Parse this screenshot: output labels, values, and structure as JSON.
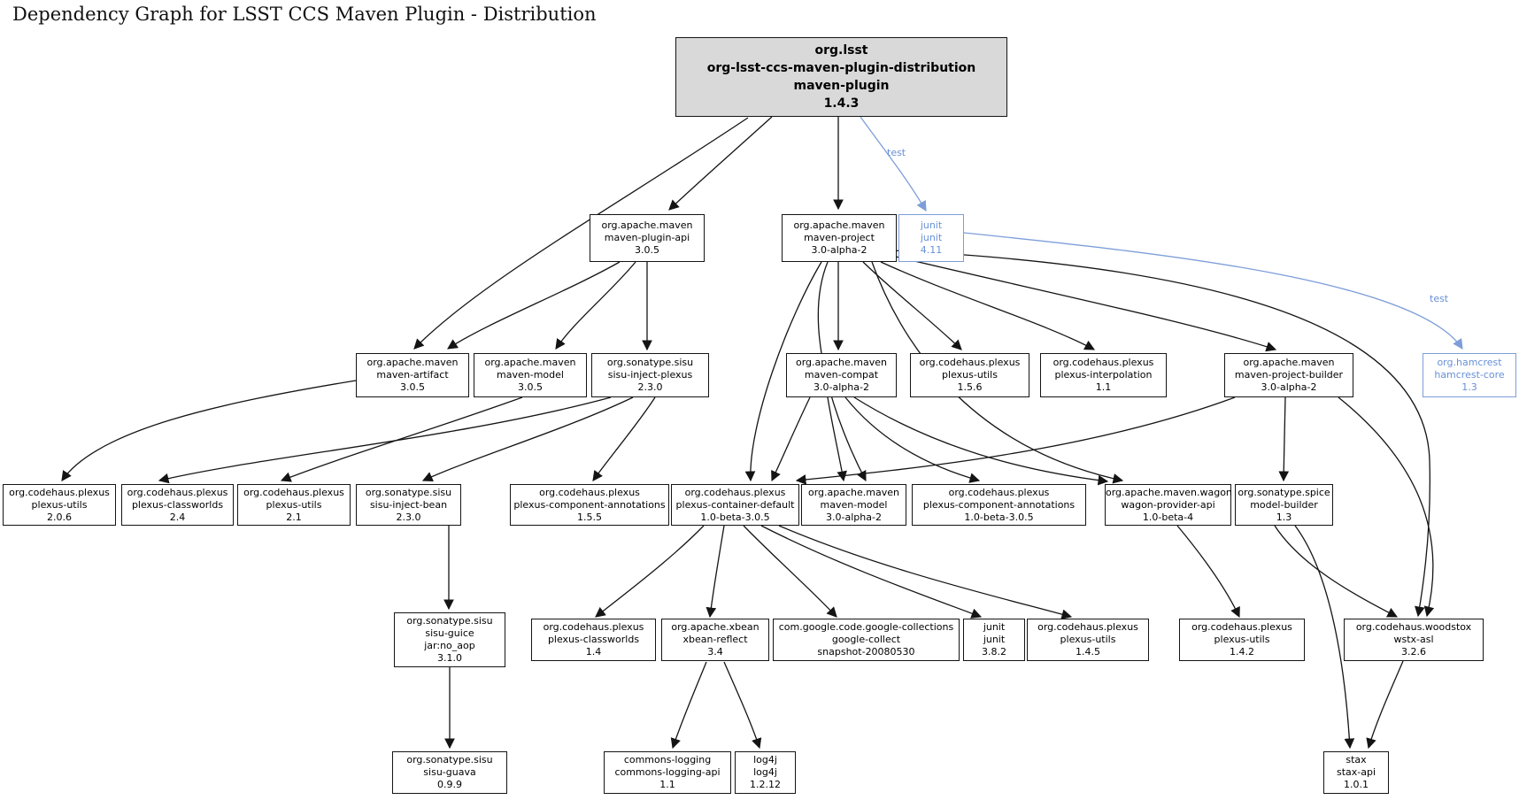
{
  "title": "Dependency Graph for LSST CCS Maven Plugin - Distribution",
  "colors": {
    "node_border": "#141414",
    "node_fill": "#ffffff",
    "root_fill": "#d9d9d9",
    "test_blue": "#7d9ed9",
    "edge_black": "#141414"
  },
  "nodes": [
    {
      "id": "root",
      "style": "root",
      "lines": [
        "org.lsst",
        "org-lsst-ccs-maven-plugin-distribution",
        "maven-plugin",
        "1.4.3"
      ]
    },
    {
      "id": "maven-plugin-api",
      "style": "default",
      "lines": [
        "org.apache.maven",
        "maven-plugin-api",
        "3.0.5"
      ]
    },
    {
      "id": "maven-project",
      "style": "default",
      "lines": [
        "org.apache.maven",
        "maven-project",
        "3.0-alpha-2"
      ]
    },
    {
      "id": "junit-4-11",
      "style": "test",
      "lines": [
        "junit",
        "junit",
        "4.11"
      ]
    },
    {
      "id": "maven-artifact",
      "style": "default",
      "lines": [
        "org.apache.maven",
        "maven-artifact",
        "3.0.5"
      ]
    },
    {
      "id": "maven-model-3-0-5",
      "style": "default",
      "lines": [
        "org.apache.maven",
        "maven-model",
        "3.0.5"
      ]
    },
    {
      "id": "sisu-inject-plexus",
      "style": "default",
      "lines": [
        "org.sonatype.sisu",
        "sisu-inject-plexus",
        "2.3.0"
      ]
    },
    {
      "id": "maven-compat",
      "style": "default",
      "lines": [
        "org.apache.maven",
        "maven-compat",
        "3.0-alpha-2"
      ]
    },
    {
      "id": "plexus-utils-1-5-6",
      "style": "default",
      "lines": [
        "org.codehaus.plexus",
        "plexus-utils",
        "1.5.6"
      ]
    },
    {
      "id": "plexus-interpolation",
      "style": "default",
      "lines": [
        "org.codehaus.plexus",
        "plexus-interpolation",
        "1.1"
      ]
    },
    {
      "id": "maven-project-builder",
      "style": "default",
      "lines": [
        "org.apache.maven",
        "maven-project-builder",
        "3.0-alpha-2"
      ]
    },
    {
      "id": "hamcrest-core",
      "style": "test",
      "lines": [
        "org.hamcrest",
        "hamcrest-core",
        "1.3"
      ]
    },
    {
      "id": "plexus-utils-2-0-6",
      "style": "default",
      "lines": [
        "org.codehaus.plexus",
        "plexus-utils",
        "2.0.6"
      ]
    },
    {
      "id": "plexus-classworlds-2-4",
      "style": "default",
      "lines": [
        "org.codehaus.plexus",
        "plexus-classworlds",
        "2.4"
      ]
    },
    {
      "id": "plexus-utils-2-1",
      "style": "default",
      "lines": [
        "org.codehaus.plexus",
        "plexus-utils",
        "2.1"
      ]
    },
    {
      "id": "sisu-inject-bean",
      "style": "default",
      "lines": [
        "org.sonatype.sisu",
        "sisu-inject-bean",
        "2.3.0"
      ]
    },
    {
      "id": "plexus-component-annotations-1-5-5",
      "style": "default",
      "lines": [
        "org.codehaus.plexus",
        "plexus-component-annotations",
        "1.5.5"
      ]
    },
    {
      "id": "plexus-container-default",
      "style": "default",
      "lines": [
        "org.codehaus.plexus",
        "plexus-container-default",
        "1.0-beta-3.0.5"
      ]
    },
    {
      "id": "maven-model-3-0-alpha-2",
      "style": "default",
      "lines": [
        "org.apache.maven",
        "maven-model",
        "3.0-alpha-2"
      ]
    },
    {
      "id": "plexus-component-annotations-1-0-beta",
      "style": "default",
      "lines": [
        "org.codehaus.plexus",
        "plexus-component-annotations",
        "1.0-beta-3.0.5"
      ]
    },
    {
      "id": "wagon-provider-api",
      "style": "default",
      "lines": [
        "org.apache.maven.wagon",
        "wagon-provider-api",
        "1.0-beta-4"
      ]
    },
    {
      "id": "model-builder",
      "style": "default",
      "lines": [
        "org.sonatype.spice",
        "model-builder",
        "1.3"
      ]
    },
    {
      "id": "sisu-guice",
      "style": "default",
      "lines": [
        "org.sonatype.sisu",
        "sisu-guice",
        "jar:no_aop",
        "3.1.0"
      ]
    },
    {
      "id": "plexus-classworlds-1-4",
      "style": "default",
      "lines": [
        "org.codehaus.plexus",
        "plexus-classworlds",
        "1.4"
      ]
    },
    {
      "id": "xbean-reflect",
      "style": "default",
      "lines": [
        "org.apache.xbean",
        "xbean-reflect",
        "3.4"
      ]
    },
    {
      "id": "google-collect",
      "style": "default",
      "lines": [
        "com.google.code.google-collections",
        "google-collect",
        "snapshot-20080530"
      ]
    },
    {
      "id": "junit-3-8-2",
      "style": "default",
      "lines": [
        "junit",
        "junit",
        "3.8.2"
      ]
    },
    {
      "id": "plexus-utils-1-4-5",
      "style": "default",
      "lines": [
        "org.codehaus.plexus",
        "plexus-utils",
        "1.4.5"
      ]
    },
    {
      "id": "plexus-utils-1-4-2",
      "style": "default",
      "lines": [
        "org.codehaus.plexus",
        "plexus-utils",
        "1.4.2"
      ]
    },
    {
      "id": "wstx-asl",
      "style": "default",
      "lines": [
        "org.codehaus.woodstox",
        "wstx-asl",
        "3.2.6"
      ]
    },
    {
      "id": "sisu-guava",
      "style": "default",
      "lines": [
        "org.sonatype.sisu",
        "sisu-guava",
        "0.9.9"
      ]
    },
    {
      "id": "commons-logging-api",
      "style": "default",
      "lines": [
        "commons-logging",
        "commons-logging-api",
        "1.1"
      ]
    },
    {
      "id": "log4j",
      "style": "default",
      "lines": [
        "log4j",
        "log4j",
        "1.2.12"
      ]
    },
    {
      "id": "stax-api",
      "style": "default",
      "lines": [
        "stax",
        "stax-api",
        "1.0.1"
      ]
    }
  ],
  "edges": [
    {
      "from": "root",
      "to": "maven-plugin-api",
      "scope": "compile"
    },
    {
      "from": "root",
      "to": "maven-project",
      "scope": "compile"
    },
    {
      "from": "root",
      "to": "maven-artifact",
      "scope": "compile"
    },
    {
      "from": "root",
      "to": "junit-4-11",
      "scope": "test",
      "label": "test"
    },
    {
      "from": "junit-4-11",
      "to": "hamcrest-core",
      "scope": "test",
      "label": "test"
    },
    {
      "from": "maven-plugin-api",
      "to": "maven-artifact",
      "scope": "compile"
    },
    {
      "from": "maven-plugin-api",
      "to": "maven-model-3-0-5",
      "scope": "compile"
    },
    {
      "from": "maven-plugin-api",
      "to": "sisu-inject-plexus",
      "scope": "compile"
    },
    {
      "from": "maven-artifact",
      "to": "plexus-utils-2-0-6",
      "scope": "compile"
    },
    {
      "from": "maven-model-3-0-5",
      "to": "plexus-utils-2-1",
      "scope": "compile"
    },
    {
      "from": "sisu-inject-plexus",
      "to": "plexus-classworlds-2-4",
      "scope": "compile"
    },
    {
      "from": "sisu-inject-plexus",
      "to": "sisu-inject-bean",
      "scope": "compile"
    },
    {
      "from": "sisu-inject-plexus",
      "to": "plexus-component-annotations-1-5-5",
      "scope": "compile"
    },
    {
      "from": "sisu-inject-bean",
      "to": "sisu-guice",
      "scope": "compile"
    },
    {
      "from": "sisu-guice",
      "to": "sisu-guava",
      "scope": "compile"
    },
    {
      "from": "maven-project",
      "to": "maven-compat",
      "scope": "compile"
    },
    {
      "from": "maven-project",
      "to": "plexus-utils-1-5-6",
      "scope": "compile"
    },
    {
      "from": "maven-project",
      "to": "plexus-interpolation",
      "scope": "compile"
    },
    {
      "from": "maven-project",
      "to": "maven-project-builder",
      "scope": "compile"
    },
    {
      "from": "maven-project",
      "to": "plexus-container-default",
      "scope": "compile"
    },
    {
      "from": "maven-project",
      "to": "maven-model-3-0-alpha-2",
      "scope": "compile"
    },
    {
      "from": "maven-project",
      "to": "wagon-provider-api",
      "scope": "compile"
    },
    {
      "from": "maven-project",
      "to": "wstx-asl",
      "scope": "compile"
    },
    {
      "from": "maven-compat",
      "to": "plexus-container-default",
      "scope": "compile"
    },
    {
      "from": "maven-compat",
      "to": "maven-model-3-0-alpha-2",
      "scope": "compile"
    },
    {
      "from": "maven-compat",
      "to": "plexus-component-annotations-1-0-beta",
      "scope": "compile"
    },
    {
      "from": "maven-compat",
      "to": "wagon-provider-api",
      "scope": "compile"
    },
    {
      "from": "maven-project-builder",
      "to": "model-builder",
      "scope": "compile"
    },
    {
      "from": "maven-project-builder",
      "to": "plexus-container-default",
      "scope": "compile"
    },
    {
      "from": "maven-project-builder",
      "to": "wstx-asl",
      "scope": "compile"
    },
    {
      "from": "model-builder",
      "to": "wstx-asl",
      "scope": "compile"
    },
    {
      "from": "model-builder",
      "to": "stax-api",
      "scope": "compile"
    },
    {
      "from": "wstx-asl",
      "to": "stax-api",
      "scope": "compile"
    },
    {
      "from": "plexus-container-default",
      "to": "plexus-classworlds-1-4",
      "scope": "compile"
    },
    {
      "from": "plexus-container-default",
      "to": "xbean-reflect",
      "scope": "compile"
    },
    {
      "from": "plexus-container-default",
      "to": "google-collect",
      "scope": "compile"
    },
    {
      "from": "plexus-container-default",
      "to": "junit-3-8-2",
      "scope": "compile"
    },
    {
      "from": "plexus-container-default",
      "to": "plexus-utils-1-4-5",
      "scope": "compile"
    },
    {
      "from": "wagon-provider-api",
      "to": "plexus-utils-1-4-2",
      "scope": "compile"
    },
    {
      "from": "xbean-reflect",
      "to": "commons-logging-api",
      "scope": "compile"
    },
    {
      "from": "xbean-reflect",
      "to": "log4j",
      "scope": "compile"
    }
  ]
}
